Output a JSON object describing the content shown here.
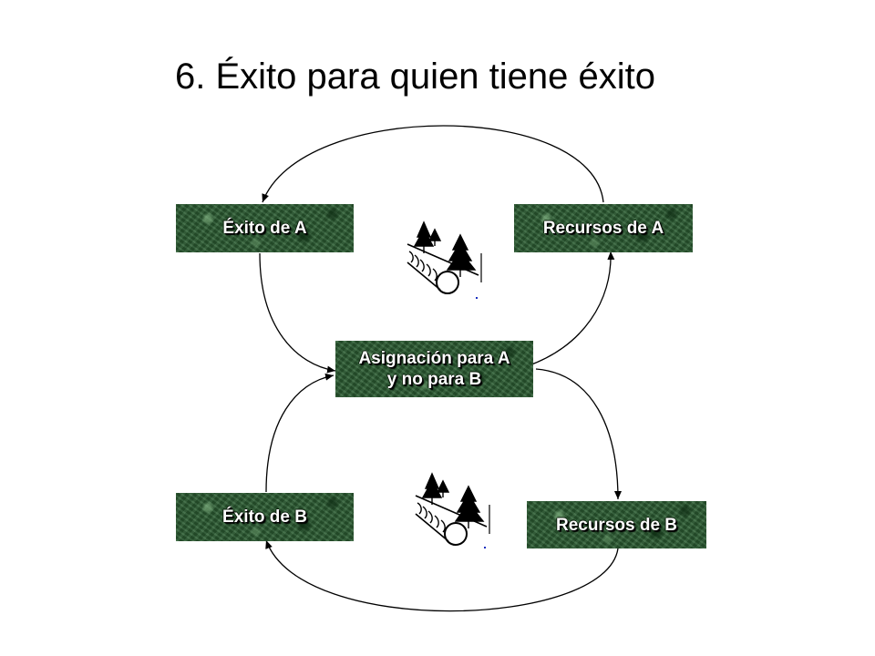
{
  "title": "6. Éxito para quien tiene éxito",
  "nodes": {
    "success_a": "Éxito de A",
    "resources_a": "Recursos de A",
    "allocation_line1": "Asignación para A",
    "allocation_line2": "y no para B",
    "success_b": "Éxito de B",
    "resources_b": "Recursos de B"
  },
  "icons": [
    "trees-and-log-icon",
    "trees-and-log-icon"
  ],
  "colors": {
    "box_green": "#2d5b34",
    "box_text": "#ffffff",
    "arrow": "#000000"
  }
}
